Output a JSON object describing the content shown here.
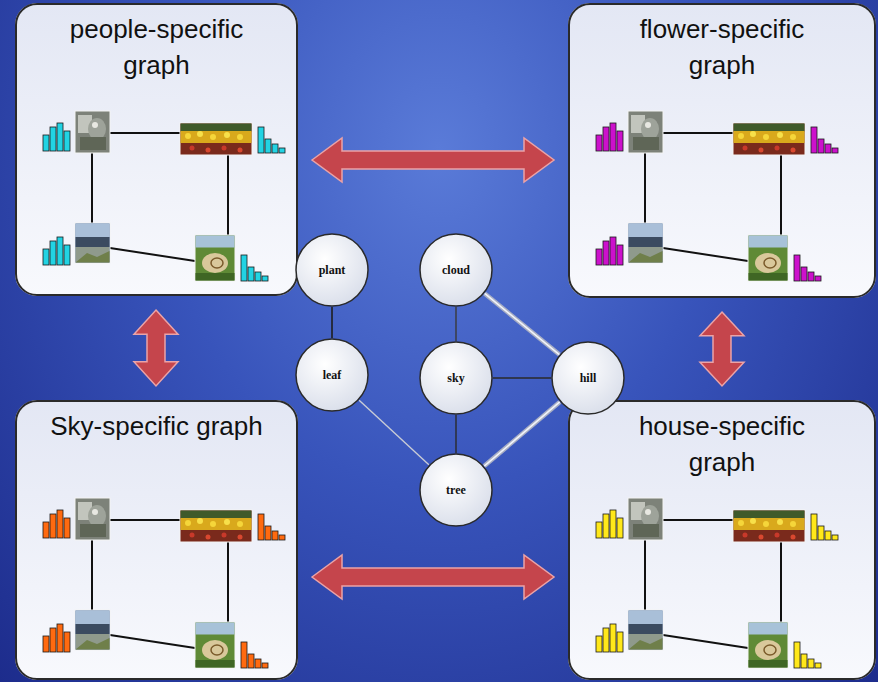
{
  "diagram": {
    "nodes": [
      {
        "text": [
          "people-specific graph"
        ]
      },
      {
        "text": [
          "flower-specific graph"
        ]
      },
      {
        "text": [
          "plant"
        ]
      },
      {
        "text": [
          "cloud"
        ]
      },
      {
        "text": [
          "leaf"
        ]
      },
      {
        "text": [
          "sky"
        ]
      },
      {
        "text": [
          "hill"
        ]
      },
      {
        "text": [
          "Sky-specific graph"
        ]
      },
      {
        "text": [
          "house-specific graph"
        ]
      },
      {
        "text": [
          "tree"
        ]
      }
    ],
    "edges": [
      {
        "from": 0,
        "to": 1,
        "arrow": "both"
      },
      {
        "from": 0,
        "to": 7,
        "arrow": "both"
      },
      {
        "from": 1,
        "to": 8,
        "arrow": "both"
      },
      {
        "from": 7,
        "to": 8,
        "arrow": "both"
      },
      {
        "from": 2,
        "to": 4,
        "arrow": "none"
      },
      {
        "from": 3,
        "to": 5,
        "arrow": "none"
      },
      {
        "from": 3,
        "to": 6,
        "arrow": "none"
      },
      {
        "from": 5,
        "to": 6,
        "arrow": "none"
      },
      {
        "from": 4,
        "to": 9,
        "arrow": "none"
      },
      {
        "from": 5,
        "to": 9,
        "arrow": "none"
      },
      {
        "from": 9,
        "to": 6,
        "arrow": "none"
      }
    ]
  }
}
